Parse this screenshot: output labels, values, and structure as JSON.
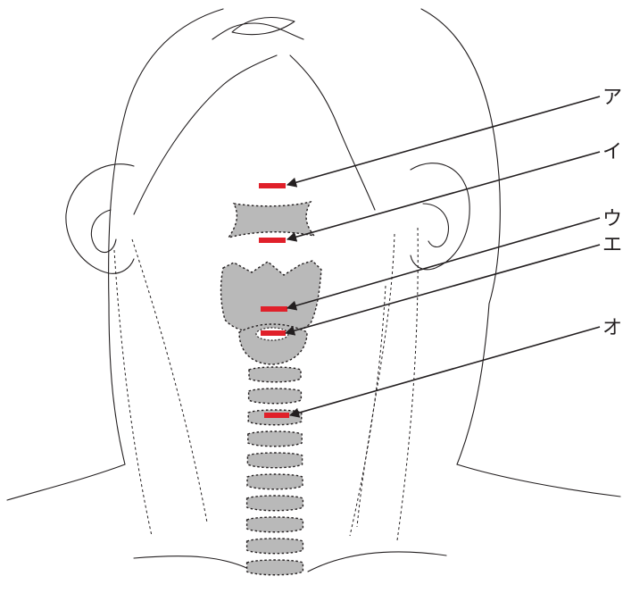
{
  "colors": {
    "line": "#231f20",
    "cartilage": "#b9b9b9",
    "marker": "#e0202a"
  },
  "labels": [
    {
      "id": "a",
      "text": "ア"
    },
    {
      "id": "i",
      "text": "イ"
    },
    {
      "id": "u",
      "text": "ウ"
    },
    {
      "id": "e",
      "text": "エ"
    },
    {
      "id": "o",
      "text": "オ"
    }
  ]
}
